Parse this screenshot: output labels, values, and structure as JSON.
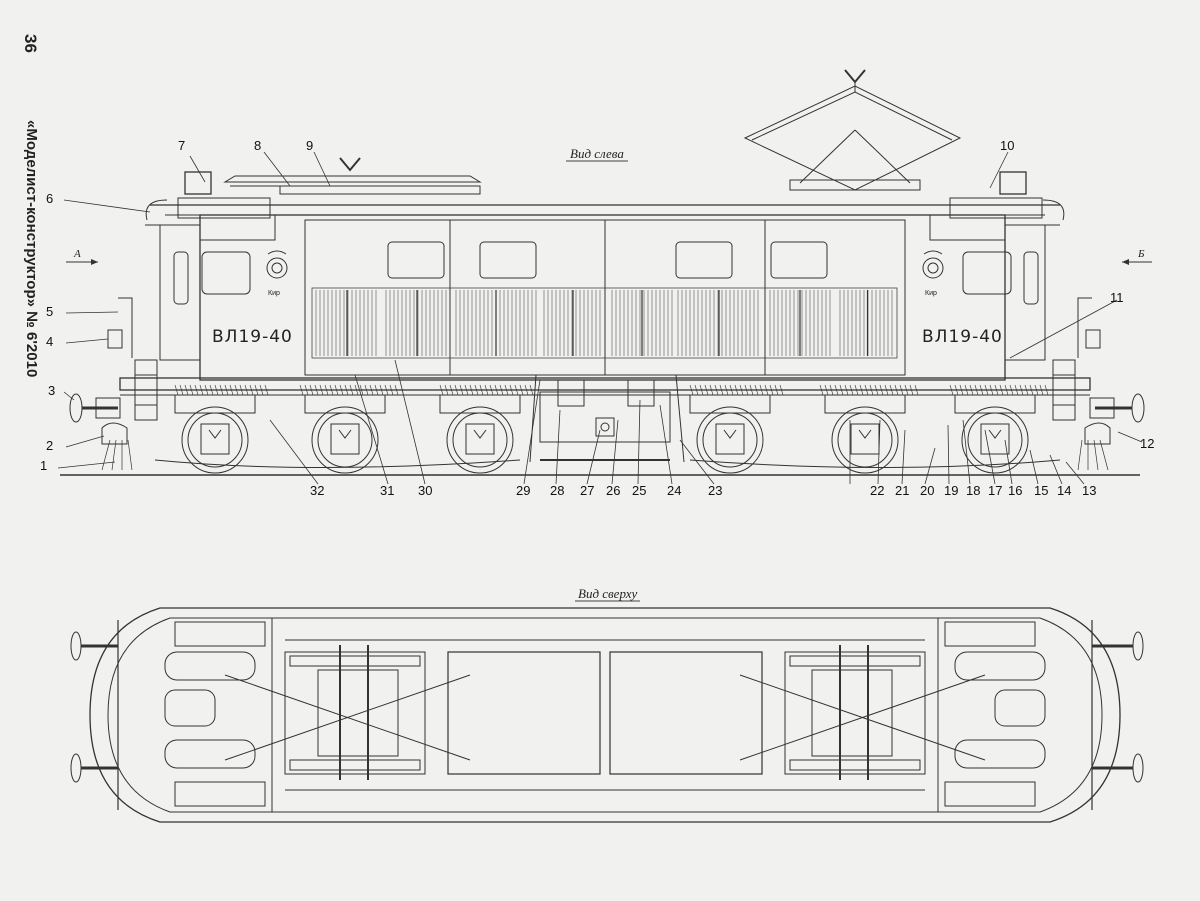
{
  "page": {
    "number": "36",
    "magazine": "«Моделист-конструктор» № 6'2010"
  },
  "views": {
    "left": "Вид слева",
    "top": "Вид сверху"
  },
  "directions": {
    "a": "А",
    "b": "Б"
  },
  "plate": "ВЛ19-40",
  "emblem_text": "Кир",
  "callouts": [
    "1",
    "2",
    "3",
    "4",
    "5",
    "6",
    "7",
    "8",
    "9",
    "10",
    "11",
    "12",
    "13",
    "14",
    "15",
    "16",
    "17",
    "18",
    "19",
    "20",
    "21",
    "22",
    "23",
    "24",
    "25",
    "26",
    "27",
    "28",
    "29",
    "30",
    "31",
    "32"
  ]
}
